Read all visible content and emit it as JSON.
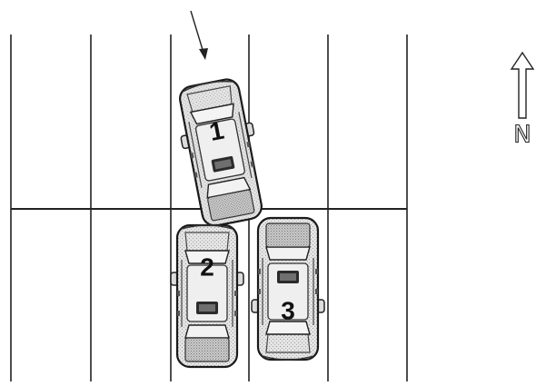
{
  "diagram": {
    "vehicles": [
      {
        "number": "1"
      },
      {
        "number": "2"
      },
      {
        "number": "3"
      }
    ],
    "compass": {
      "label": "N"
    },
    "colors": {
      "lines": "#222222",
      "car_body": "#e6e6e6",
      "car_shade": "#bdbdbd",
      "background": "#ffffff"
    }
  }
}
